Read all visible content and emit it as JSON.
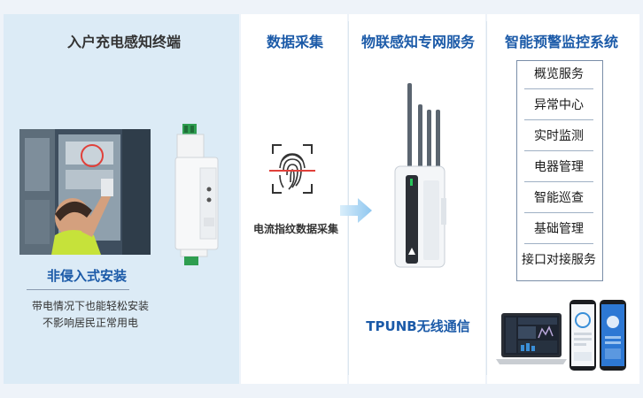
{
  "columns": {
    "terminal": {
      "title": "入户充电感知终端",
      "install_title": "非侵入式安装",
      "install_desc": [
        "带电情况下也能轻松安装",
        "不影响居民正常用电"
      ]
    },
    "collection": {
      "title": "数据采集",
      "label": "电流指纹数据采集"
    },
    "network": {
      "title": "物联感知专网服务",
      "protocol": "TPUNB无线通信"
    },
    "system": {
      "title": "智能预警监控系统",
      "menu": [
        "概览服务",
        "异常中心",
        "实时监测",
        "电器管理",
        "智能巡查",
        "基础管理",
        "接口对接服务"
      ]
    }
  },
  "colors": {
    "accent_blue": "#1b5aa8",
    "panel_blue": "#dcebf6",
    "scan_red": "#e0403a",
    "arrow_blue": "#8ec6ef"
  },
  "icons": [
    "fingerprint-icon",
    "right-arrow-icon"
  ]
}
